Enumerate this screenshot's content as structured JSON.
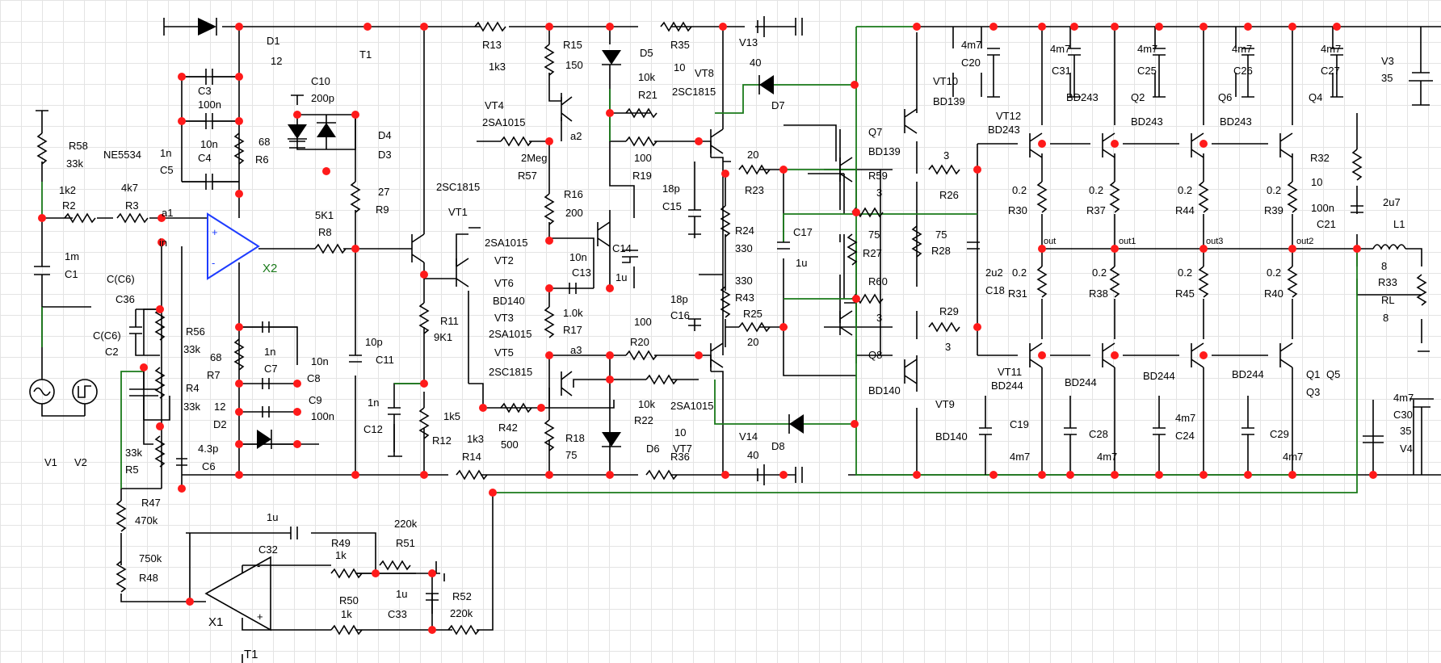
{
  "colors": {
    "wire": "#000000",
    "ground_wire": "#1a7a1a",
    "junction": "#ff1a1a",
    "opamp": "#1e3cff",
    "opamp_label": "#1a7a1a",
    "grid": "#e4e4e4"
  },
  "labels": {
    "D1": "D1",
    "D1v": "12",
    "T1_top": "T1",
    "T1_bot": "T1",
    "R13": "R13",
    "R13v": "1k3",
    "R15": "R15",
    "R15v": "150",
    "D5": "D5",
    "R35": "R35",
    "R35v": "10",
    "V13": "V13",
    "V13v": "40",
    "C10": "C10",
    "C10v": "200p",
    "D4": "D4",
    "D3": "D3",
    "R9": "R9",
    "R9v": "27",
    "R8": "R8",
    "R8v": "5K1",
    "C3": "C3",
    "C3v": "100n",
    "C4v": "10n",
    "C4": "C4",
    "C5v": "1n",
    "C5": "C5",
    "R6": "R6",
    "R6v": "68",
    "NE5534": "NE5534",
    "R58": "R58",
    "R58v": "33k",
    "R2v": "1k2",
    "R2": "R2",
    "R3v": "4k7",
    "R3": "R3",
    "a1": "a1",
    "in": "in",
    "X2": "X2",
    "C1v": "1m",
    "C1": "C1",
    "CC6a": "C(C6)",
    "C36": "C36",
    "CC6b": "C(C6)",
    "C2": "C2",
    "R56": "R56",
    "R56v": "33k",
    "R4": "R4",
    "R4v": "33k",
    "R5v": "33k",
    "R5": "R5",
    "R47": "R47",
    "R47v": "470k",
    "R48v": "750k",
    "R48": "R48",
    "V1": "V1",
    "V2": "V2",
    "R7v": "68",
    "R7": "R7",
    "C7v": "1n",
    "C7": "C7",
    "C8v": "10n",
    "C8": "C8",
    "D2v": "12",
    "D2": "D2",
    "C9": "C9",
    "C9v": "100n",
    "C6v": "4.3p",
    "C6": "C6",
    "C11v": "10p",
    "C11": "C11",
    "C12v": "1n",
    "C12": "C12",
    "R11": "R11",
    "R11v": "9K1",
    "R12": "R12",
    "R12v": "1k5",
    "R14": "R14",
    "R14v": "1k3",
    "VT1t": "2SC1815",
    "VT1": "VT1",
    "VT2t": "2SA1015",
    "VT2": "VT2",
    "VT6": "VT6",
    "BD140a": "BD140",
    "VT3": "VT3",
    "VT3t": "2SA1015",
    "VT5": "VT5",
    "VT5t": "2SC1815",
    "VT4": "VT4",
    "VT4t": "2SA1015",
    "a2": "a2",
    "R57v": "2Meg",
    "R57": "R57",
    "R16": "R16",
    "R16v": "200",
    "C14v": "10n",
    "C14": "C14",
    "C13": "C13",
    "C13v": "1u",
    "R17v": "1.0k",
    "R17": "R17",
    "a3": "a3",
    "R42": "R42",
    "R42v": "500",
    "R18": "R18",
    "R18v": "75",
    "D6": "D6",
    "R21v": "10k",
    "R21": "R21",
    "R19v": "100",
    "R19": "R19",
    "R20v": "100",
    "R20": "R20",
    "R22v": "10k",
    "R22": "R22",
    "R36": "R36",
    "VT7t": "2SA1015",
    "VT7": "VT7",
    "VT7v": "10",
    "V14": "V14",
    "V14v": "40",
    "VT8": "VT8",
    "VT8t": "2SC1815",
    "C15v": "18p",
    "C15": "C15",
    "C16v": "18p",
    "C16": "C16",
    "D7": "D7",
    "D8": "D8",
    "R23v": "20",
    "R23": "R23",
    "R24": "R24",
    "R24v": "330",
    "R43v": "330",
    "R43": "R43",
    "R25": "R25",
    "R25v": "20",
    "C17": "C17",
    "C17v": "1u",
    "Q7": "Q7",
    "Q7t": "BD139",
    "R59": "R59",
    "R59v": "3",
    "R27v": "75",
    "R27": "R27",
    "R60": "R60",
    "R60v": "3",
    "Q8": "Q8",
    "Q8t": "BD140",
    "C20v": "4m7",
    "C20": "C20",
    "VT10": "VT10",
    "BD139b": "BD139",
    "R26v": "3",
    "R26": "R26",
    "R28v": "75",
    "R28": "R28",
    "C18v": "2u2",
    "C18": "C18",
    "R29": "R29",
    "R29v": "3",
    "VT9": "VT9",
    "BD140b": "BD140",
    "VT12": "VT12",
    "BD243a": "BD243",
    "C31v": "4m7",
    "C31": "C31",
    "C25v": "4m7",
    "C25": "C25",
    "Q2": "Q2",
    "BD243b": "BD243",
    "C26v": "4m7",
    "C26": "C26",
    "Q6": "Q6",
    "BD243c": "BD243",
    "C27v": "4m7",
    "C27": "C27",
    "Q4": "Q4",
    "BD243d": "BD243",
    "V3": "V3",
    "V3v": "35",
    "R30v": "0.2",
    "R30": "R30",
    "R37v": "0.2",
    "R37": "R37",
    "R44v": "0.2",
    "R44": "R44",
    "R39v": "0.2",
    "R39": "R39",
    "R32": "R32",
    "R32v": "10",
    "out": "out",
    "out1": "out1",
    "out3": "out3",
    "out2": "out2",
    "R31v": "0.2",
    "R31": "R31",
    "R38v": "0.2",
    "R38": "R38",
    "R45v": "0.2",
    "R45": "R45",
    "R40v": "0.2",
    "R40": "R40",
    "VT11": "VT11",
    "BD244a": "BD244",
    "BD244b": "BD244",
    "BD244c": "BD244",
    "BD244d": "BD244",
    "Q1": "Q1",
    "Q5": "Q5",
    "Q3": "Q3",
    "C19": "C19",
    "C19v": "4m7",
    "C28": "C28",
    "C28v": "4m7",
    "C24v": "4m7",
    "C24": "C24",
    "C29": "C29",
    "C29v": "4m7",
    "C21v": "100n",
    "C21": "C21",
    "L1v": "2u7",
    "L1": "L1",
    "R33v": "8",
    "R33": "R33",
    "RL": "RL",
    "RLv": "8",
    "C30v": "4m7",
    "C30": "C30",
    "V4v": "35",
    "V4": "V4",
    "C32v": "1u",
    "C32": "C32",
    "R49": "R49",
    "R49v": "1k",
    "R51v": "220k",
    "R51": "R51",
    "R50": "R50",
    "R50v": "1k",
    "C33v": "1u",
    "C33": "C33",
    "R52": "R52",
    "R52v": "220k",
    "X1": "X1"
  }
}
